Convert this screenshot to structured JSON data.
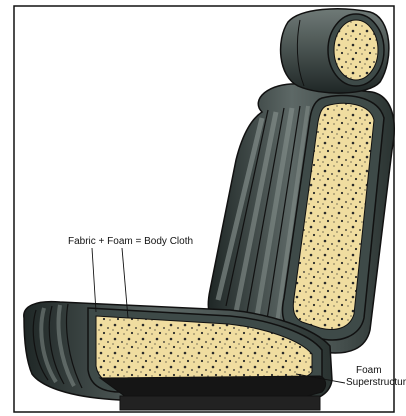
{
  "labels": {
    "fabric_foam_body": "Fabric + Foam = Body Cloth",
    "foam_superstructure_line1": "Foam",
    "foam_superstructure_line2": "Superstructure"
  },
  "colors": {
    "upholstery": "#3e4a48",
    "upholstery_dark": "#1f2726",
    "upholstery_light": "#7f8a86",
    "foam": "#f0dda0",
    "foam_pores": "#2a2a2a",
    "frame": "#111111"
  }
}
